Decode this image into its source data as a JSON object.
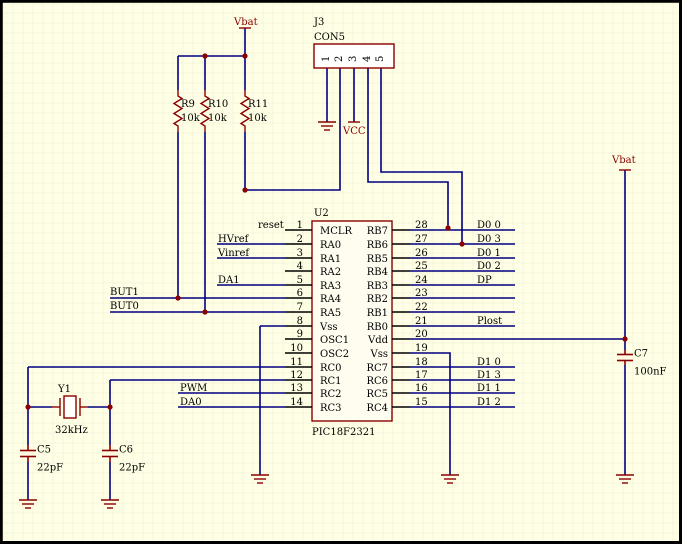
{
  "colors": {
    "background": "#ffffe6",
    "wire": "#000080",
    "part": "#8b0000",
    "pin": "#000000",
    "grid": "#ececd2",
    "text": "#000000"
  },
  "power": {
    "vbat_top": "Vbat",
    "vbat_right": "Vbat",
    "vcc": "VCC"
  },
  "connector": {
    "ref": "J3",
    "value": "CON5",
    "pins": [
      "1",
      "2",
      "3",
      "4",
      "5"
    ]
  },
  "resistors": [
    {
      "ref": "R9",
      "value": "10k"
    },
    {
      "ref": "R10",
      "value": "10k"
    },
    {
      "ref": "R11",
      "value": "10k"
    }
  ],
  "ic": {
    "ref": "U2",
    "part": "PIC18F2321",
    "left_pins": [
      {
        "num": "1",
        "name": "MCLR",
        "net": "reset"
      },
      {
        "num": "2",
        "name": "RA0",
        "net": "HVref"
      },
      {
        "num": "3",
        "name": "RA1",
        "net": "Vinref"
      },
      {
        "num": "4",
        "name": "RA2",
        "net": ""
      },
      {
        "num": "5",
        "name": "RA3",
        "net": "DA1"
      },
      {
        "num": "6",
        "name": "RA4",
        "net": ""
      },
      {
        "num": "7",
        "name": "RA5",
        "net": ""
      },
      {
        "num": "8",
        "name": "Vss",
        "net": ""
      },
      {
        "num": "9",
        "name": "OSC1",
        "net": ""
      },
      {
        "num": "10",
        "name": "OSC2",
        "net": ""
      },
      {
        "num": "11",
        "name": "RC0",
        "net": ""
      },
      {
        "num": "12",
        "name": "RC1",
        "net": ""
      },
      {
        "num": "13",
        "name": "RC2",
        "net": "PWM"
      },
      {
        "num": "14",
        "name": "RC3",
        "net": "DA0"
      }
    ],
    "right_pins": [
      {
        "num": "28",
        "name": "RB7",
        "net": "D0_0"
      },
      {
        "num": "27",
        "name": "RB6",
        "net": "D0_3"
      },
      {
        "num": "26",
        "name": "RB5",
        "net": "D0_1"
      },
      {
        "num": "25",
        "name": "RB4",
        "net": "D0_2"
      },
      {
        "num": "24",
        "name": "RB3",
        "net": "DP"
      },
      {
        "num": "23",
        "name": "RB2",
        "net": ""
      },
      {
        "num": "22",
        "name": "RB1",
        "net": ""
      },
      {
        "num": "21",
        "name": "RB0",
        "net": "Plost"
      },
      {
        "num": "20",
        "name": "Vdd",
        "net": ""
      },
      {
        "num": "19",
        "name": "Vss",
        "net": ""
      },
      {
        "num": "18",
        "name": "RC7",
        "net": "D1_0"
      },
      {
        "num": "17",
        "name": "RC6",
        "net": "D1_3"
      },
      {
        "num": "16",
        "name": "RC5",
        "net": "D1_1"
      },
      {
        "num": "15",
        "name": "RC4",
        "net": "D1_2"
      }
    ]
  },
  "nets": {
    "but1": "BUT1",
    "but0": "BUT0"
  },
  "crystal": {
    "ref": "Y1",
    "value": "32kHz"
  },
  "capacitors": [
    {
      "ref": "C5",
      "value": "22pF"
    },
    {
      "ref": "C6",
      "value": "22pF"
    },
    {
      "ref": "C7",
      "value": "100nF"
    }
  ]
}
